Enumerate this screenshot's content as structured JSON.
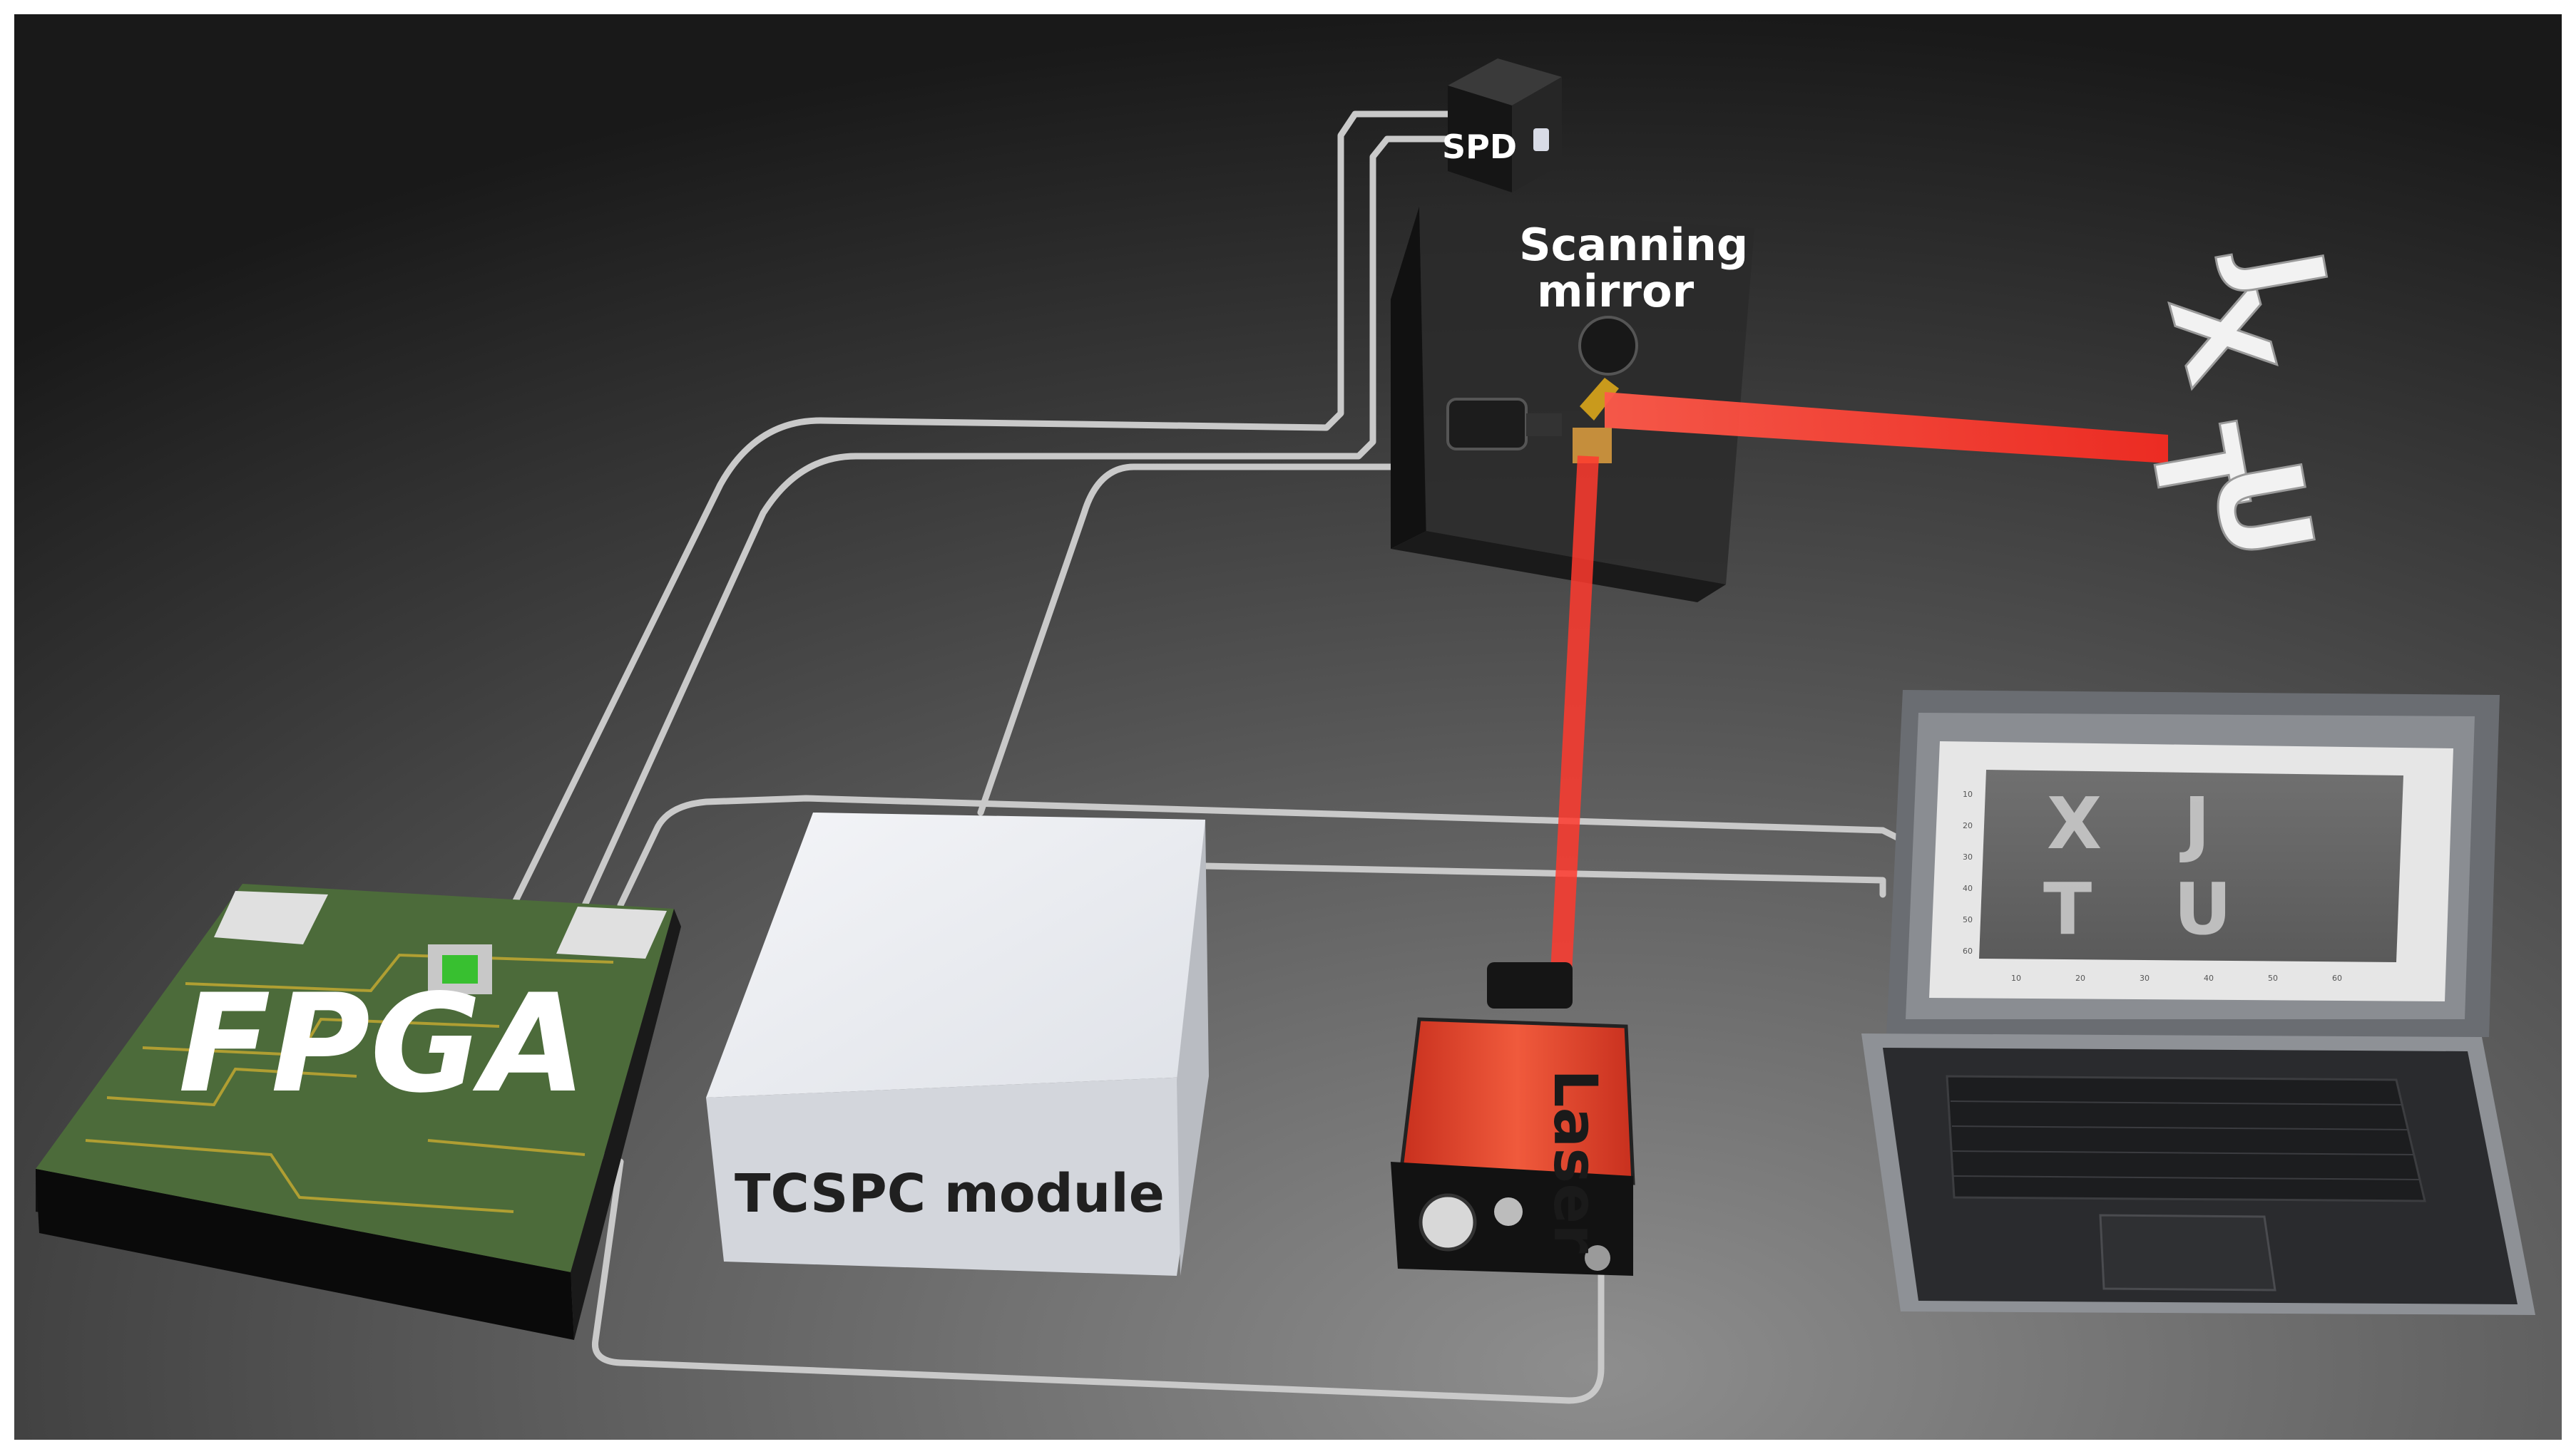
{
  "labels": {
    "spd": "SPD",
    "mirror_line1": "Scanning",
    "mirror_line2": "mirror",
    "fpga": "FPGA",
    "tcspc": "TCSPC module",
    "laser": "Laser"
  },
  "target_letters": {
    "row1": [
      "X",
      "J"
    ],
    "row2": [
      "T",
      "U"
    ]
  },
  "screen_image": {
    "row1": "X J",
    "row2": "T U",
    "y_ticks": [
      "10",
      "20",
      "30",
      "40",
      "50",
      "60"
    ],
    "x_ticks": [
      "10",
      "20",
      "30",
      "40",
      "50",
      "60"
    ]
  },
  "colors": {
    "background_dark": "#1e1e1e",
    "background_light": "#8a8a8a",
    "laser_beam": "#ff3030",
    "laser_body": "#e8402a",
    "pcb_green": "#3d5a2e",
    "cable": "#c8c8c8",
    "tcspc_box": "#eceef2"
  }
}
